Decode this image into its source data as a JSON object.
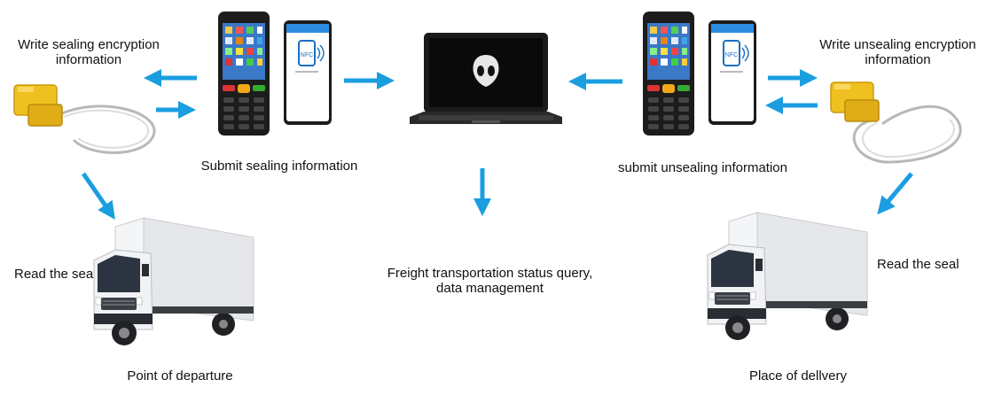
{
  "labels": {
    "write_sealing": "Write sealing encryption\ninformation",
    "write_unsealing": "Write unsealing encryption\ninformation",
    "submit_sealing": "Submit sealing information",
    "submit_unsealing": "submit unsealing information",
    "read_seal_left": "Read the seal",
    "read_seal_right": "Read the seal",
    "freight_query": "Freight transportation status query,\ndata management",
    "point_departure": "Point of departure",
    "place_delivery": "Place of dellvery"
  },
  "colors": {
    "arrow": "#1a9ee0",
    "seal": "#f0c020",
    "truck_body": "#e8e8ea",
    "device": "#1c1c1c"
  },
  "icons": {
    "seal": "cable-seal-icon",
    "handheld": "handheld-terminal-icon",
    "phone": "nfc-phone-icon",
    "laptop": "laptop-icon",
    "truck": "box-truck-icon"
  }
}
